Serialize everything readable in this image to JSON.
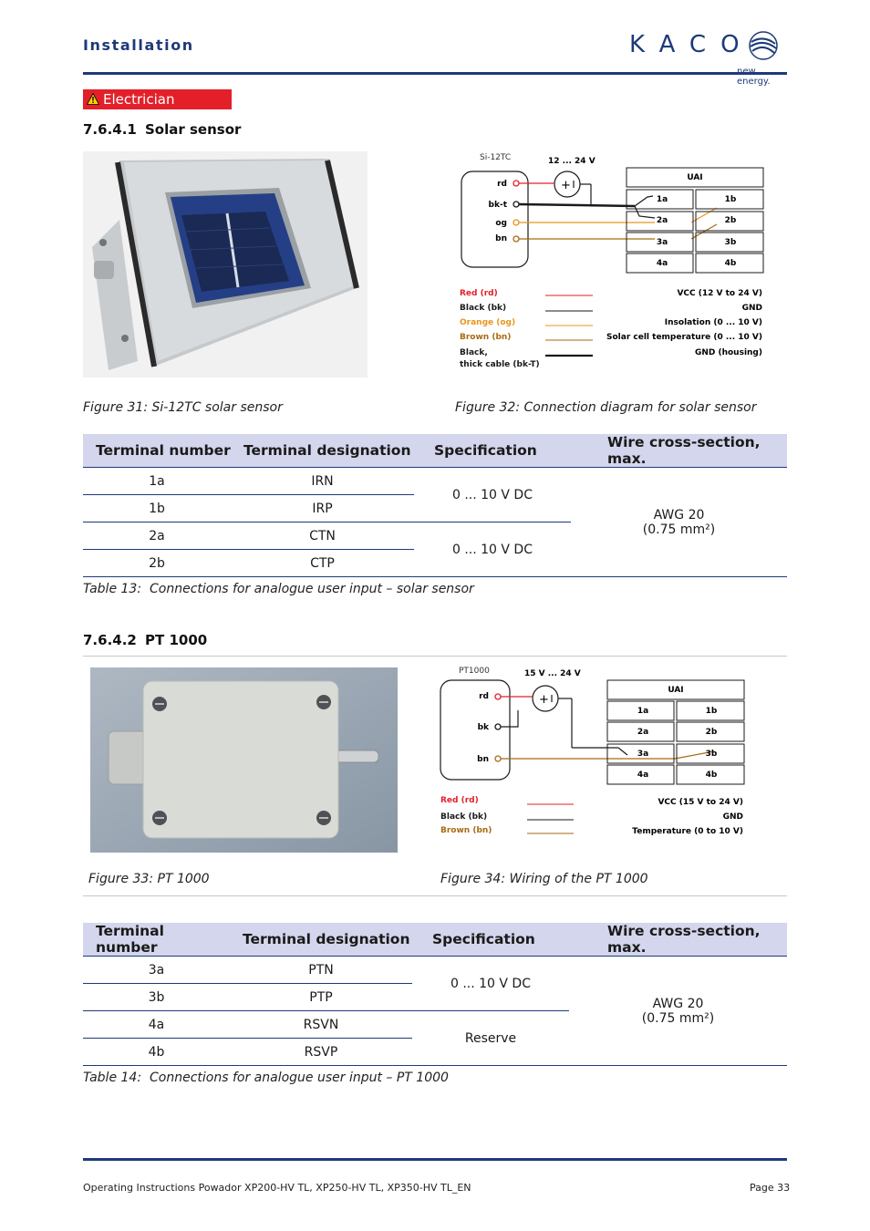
{
  "header": {
    "section_title": "Installation",
    "logo_text": "KACO",
    "logo_tagline": "new energy."
  },
  "warning_badge": {
    "label": "Electrician"
  },
  "section1": {
    "number": "7.6.4.1",
    "title": "Solar sensor",
    "fig_left_caption": "Figure 31:  Si-12TC solar sensor",
    "fig_right_caption": "Figure 32: Connection diagram for solar sensor",
    "diagram": {
      "device": "Si-12TC",
      "supply": "12 ... 24 V",
      "pins": [
        "rd",
        "bk-t",
        "og",
        "bn"
      ],
      "uai": "UAI",
      "terminals": [
        [
          "1a",
          "1b"
        ],
        [
          "2a",
          "2b"
        ],
        [
          "3a",
          "3b"
        ],
        [
          "4a",
          "4b"
        ]
      ],
      "legend": [
        {
          "name": "Red (rd)",
          "color": "#e3202a",
          "desc": "VCC (12 V to 24 V)"
        },
        {
          "name": "Black (bk)",
          "color": "#1a1a1a",
          "desc": "GND"
        },
        {
          "name": "Orange (og)",
          "color": "#e8961e",
          "desc": "Insolation (0 ... 10 V)"
        },
        {
          "name": "Brown (bn)",
          "color": "#a86a12",
          "desc": "Solar cell temperature (0 ... 10 V)"
        },
        {
          "name": "Black,",
          "name2": "thick cable (bk-T)",
          "color": "#1a1a1a",
          "desc": "GND (housing)"
        }
      ]
    }
  },
  "table13": {
    "headers": [
      "Terminal number",
      "Terminal designation",
      "Specification",
      "Wire cross-section, max."
    ],
    "rows": [
      {
        "terminal": "1a",
        "designation": "IRN"
      },
      {
        "terminal": "1b",
        "designation": "IRP"
      },
      {
        "terminal": "2a",
        "designation": "CTN"
      },
      {
        "terminal": "2b",
        "designation": "CTP"
      }
    ],
    "spec_1": "0 ... 10 V DC",
    "spec_2": "0 ... 10 V DC",
    "wire_1": "AWG 20",
    "wire_2": "(0.75 mm²)",
    "caption_label": "Table 13:",
    "caption_text": "Connections for analogue user input – solar sensor"
  },
  "section2": {
    "number": "7.6.4.2",
    "title": "PT 1000",
    "fig_left_caption": "Figure 33: PT 1000",
    "fig_right_caption": "Figure 34: Wiring of the PT 1000",
    "diagram": {
      "device": "PT1000",
      "supply": "15 V ... 24 V",
      "pins": [
        "rd",
        "bk",
        "bn"
      ],
      "uai": "UAI",
      "terminals": [
        [
          "1a",
          "1b"
        ],
        [
          "2a",
          "2b"
        ],
        [
          "3a",
          "3b"
        ],
        [
          "4a",
          "4b"
        ]
      ],
      "legend": [
        {
          "name": "Red (rd)",
          "color": "#e3202a",
          "desc": "VCC (15 V to 24 V)"
        },
        {
          "name": "Black (bk)",
          "color": "#1a1a1a",
          "desc": "GND"
        },
        {
          "name": "Brown (bn)",
          "color": "#a86a12",
          "desc": "Temperature (0 to 10 V)"
        }
      ]
    }
  },
  "table14": {
    "headers": [
      "Terminal number",
      "Terminal designation",
      "Specification",
      "Wire cross-section, max."
    ],
    "rows": [
      {
        "terminal": "3a",
        "designation": "PTN"
      },
      {
        "terminal": "3b",
        "designation": "PTP"
      },
      {
        "terminal": "4a",
        "designation": "RSVN"
      },
      {
        "terminal": "4b",
        "designation": "RSVP"
      }
    ],
    "spec_1": "0 ... 10 V DC",
    "spec_2": "Reserve",
    "wire_1": "AWG 20",
    "wire_2": "(0.75 mm²)",
    "caption_label": "Table 14:",
    "caption_text": "Connections for analogue user input – PT 1000"
  },
  "footer": {
    "left": "Operating Instructions Powador XP200-HV TL, XP250-HV TL, XP350-HV TL_EN",
    "right": "Page 33"
  }
}
